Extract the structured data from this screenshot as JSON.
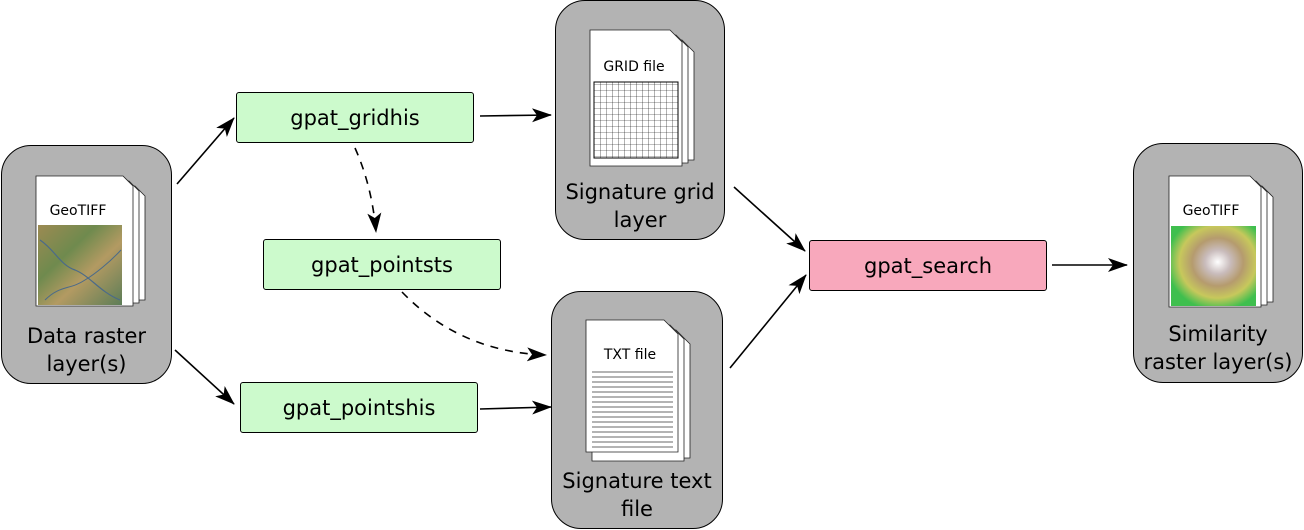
{
  "nodes": {
    "data_raster": {
      "caption_line1": "Data raster",
      "caption_line2": "layer(s)",
      "file_label": "GeoTIFF"
    },
    "signature_grid": {
      "caption_line1": "Signature grid",
      "caption_line2": "layer",
      "file_label": "GRID file"
    },
    "signature_text": {
      "caption_line1": "Signature text",
      "caption_line2": "file",
      "file_label": "TXT file"
    },
    "similarity_raster": {
      "caption_line1": "Similarity",
      "caption_line2": "raster layer(s)",
      "file_label": "GeoTIFF"
    }
  },
  "processes": {
    "gridhis": "gpat_gridhis",
    "pointsts": "gpat_pointsts",
    "pointshis": "gpat_pointshis",
    "search": "gpat_search"
  },
  "colors": {
    "container_fill": "#b3b3b3",
    "process_green": "#ccfacc",
    "process_pink": "#f8a8bc"
  }
}
